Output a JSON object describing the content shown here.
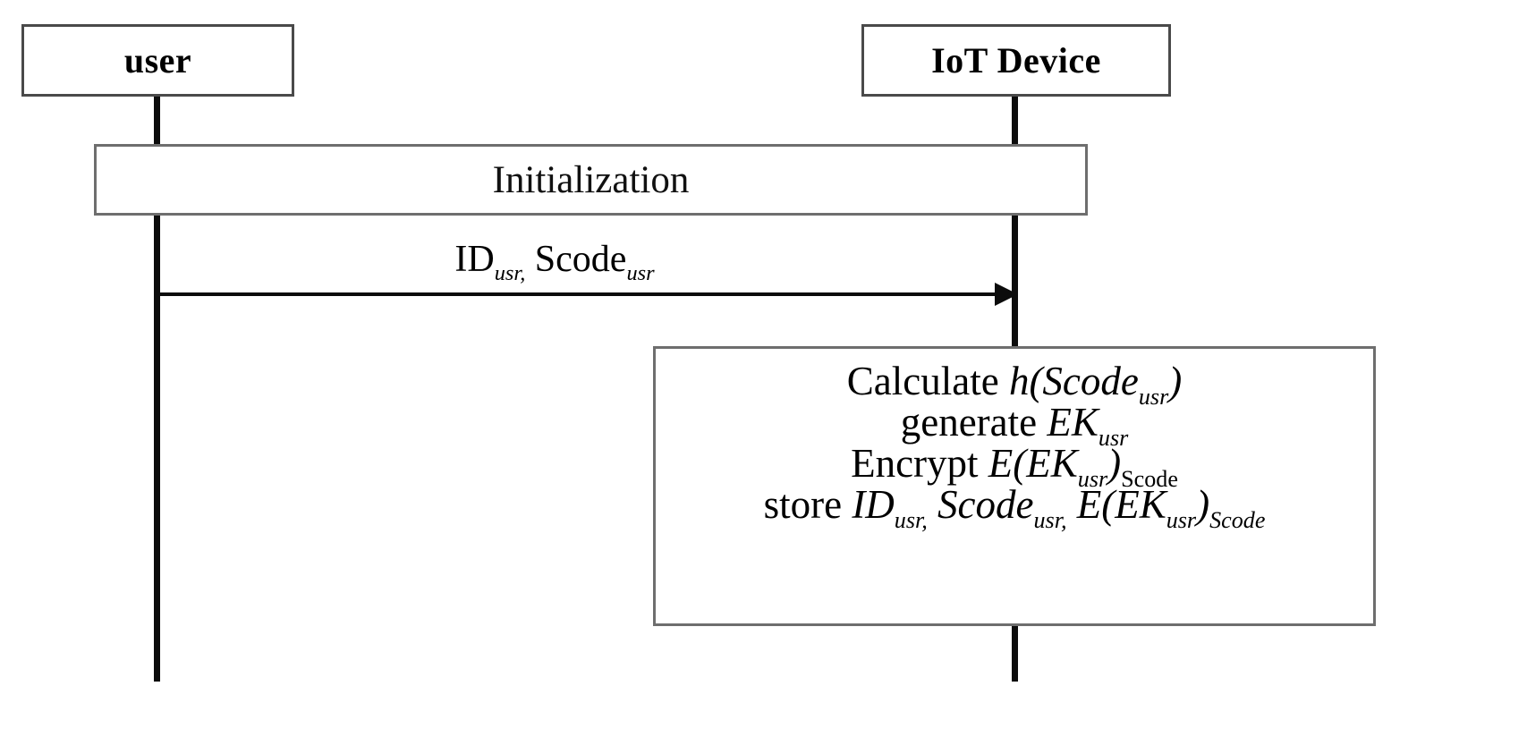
{
  "diagram": {
    "type": "uml-sequence-diagram",
    "title": "IoT Device user registration / initialization sequence",
    "background_color": "#ffffff",
    "line_color": "#0c0c0c",
    "box_border_color": "#6e6e6e",
    "text_color": "#000000"
  },
  "actors": [
    {
      "id": "user",
      "label": "user"
    },
    {
      "id": "iot_device",
      "label": "IoT Device"
    }
  ],
  "phase_band": {
    "label": "Initialization"
  },
  "messages": [
    {
      "id": "msg-1",
      "from": "user",
      "to": "iot_device",
      "arrow": "solid-filled",
      "label_parts": [
        {
          "text": "ID",
          "style": "upright"
        },
        {
          "text": "usr,",
          "style": "subscript-italic"
        },
        {
          "text": " Scode",
          "style": "upright"
        },
        {
          "text": "usr",
          "style": "subscript-italic"
        }
      ],
      "label_plain": "ID usr, Scode usr"
    }
  ],
  "operation_box": {
    "owner": "iot_device",
    "lines": [
      {
        "id": "op-calculate",
        "plain": "Calculate h(Scode usr)",
        "parts": [
          {
            "text": "Calculate ",
            "style": "upright"
          },
          {
            "text": "h(Scode",
            "style": "italic"
          },
          {
            "text": "usr",
            "style": "subscript-italic"
          },
          {
            "text": ")",
            "style": "italic"
          }
        ]
      },
      {
        "id": "op-generate",
        "plain": "generate EK usr",
        "parts": [
          {
            "text": "generate ",
            "style": "upright"
          },
          {
            "text": "EK",
            "style": "italic"
          },
          {
            "text": "usr",
            "style": "subscript-italic"
          }
        ]
      },
      {
        "id": "op-encrypt",
        "plain": "Encrypt E(EK usr) Scode",
        "parts": [
          {
            "text": "Encrypt ",
            "style": "upright"
          },
          {
            "text": "E(EK",
            "style": "italic"
          },
          {
            "text": "usr",
            "style": "subscript-italic"
          },
          {
            "text": ")",
            "style": "italic"
          },
          {
            "text": "Scode",
            "style": "subscript-upright"
          }
        ]
      },
      {
        "id": "op-store",
        "plain": "store ID usr, Scode usr, E(EK usr) Scode",
        "parts": [
          {
            "text": "store ",
            "style": "upright"
          },
          {
            "text": "ID",
            "style": "italic"
          },
          {
            "text": "usr,",
            "style": "subscript-italic"
          },
          {
            "text": " Scode",
            "style": "italic"
          },
          {
            "text": "usr,",
            "style": "subscript-italic"
          },
          {
            "text": " E(EK",
            "style": "italic"
          },
          {
            "text": "usr",
            "style": "subscript-italic"
          },
          {
            "text": ")",
            "style": "italic"
          },
          {
            "text": "Scode",
            "style": "subscript-italic"
          }
        ]
      }
    ]
  }
}
